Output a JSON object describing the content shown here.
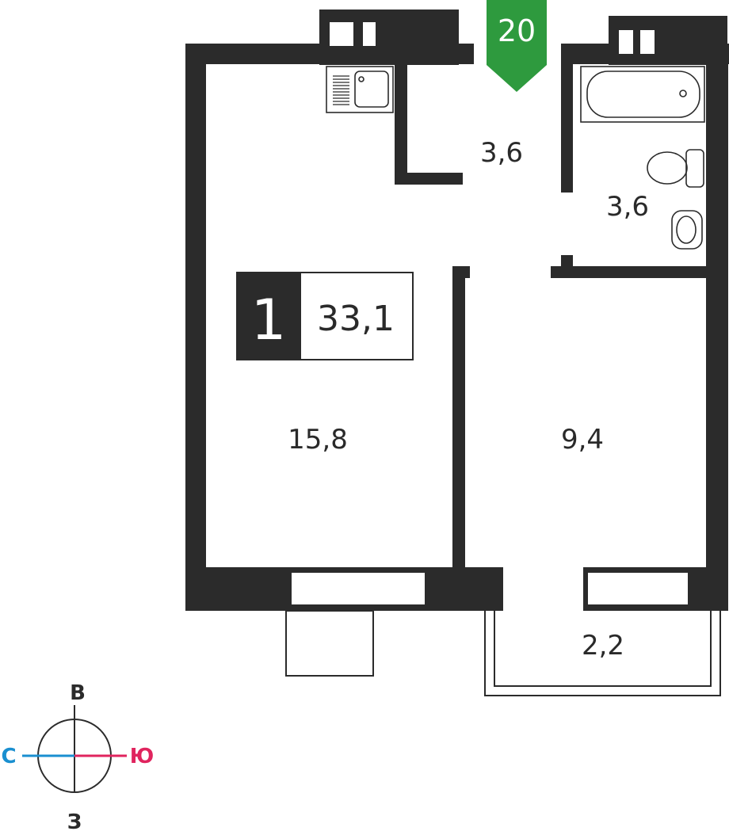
{
  "apartment": {
    "number": "20",
    "rooms": "1",
    "total_area": "33,1"
  },
  "rooms": {
    "corridor": "3,6",
    "bathroom": "3,6",
    "living": "15,8",
    "bedroom": "9,4",
    "balcony": "2,2"
  },
  "compass": {
    "north": "В",
    "south": "З",
    "west": "С",
    "east": "Ю"
  },
  "colors": {
    "wall": "#2b2b2b",
    "marker": "#2e9a3e",
    "compass_west": "#1a8fd0",
    "compass_east": "#e0245e"
  },
  "icons": [
    "sink-icon",
    "bathtub-icon",
    "toilet-icon",
    "washbasin-icon",
    "window-icon"
  ]
}
